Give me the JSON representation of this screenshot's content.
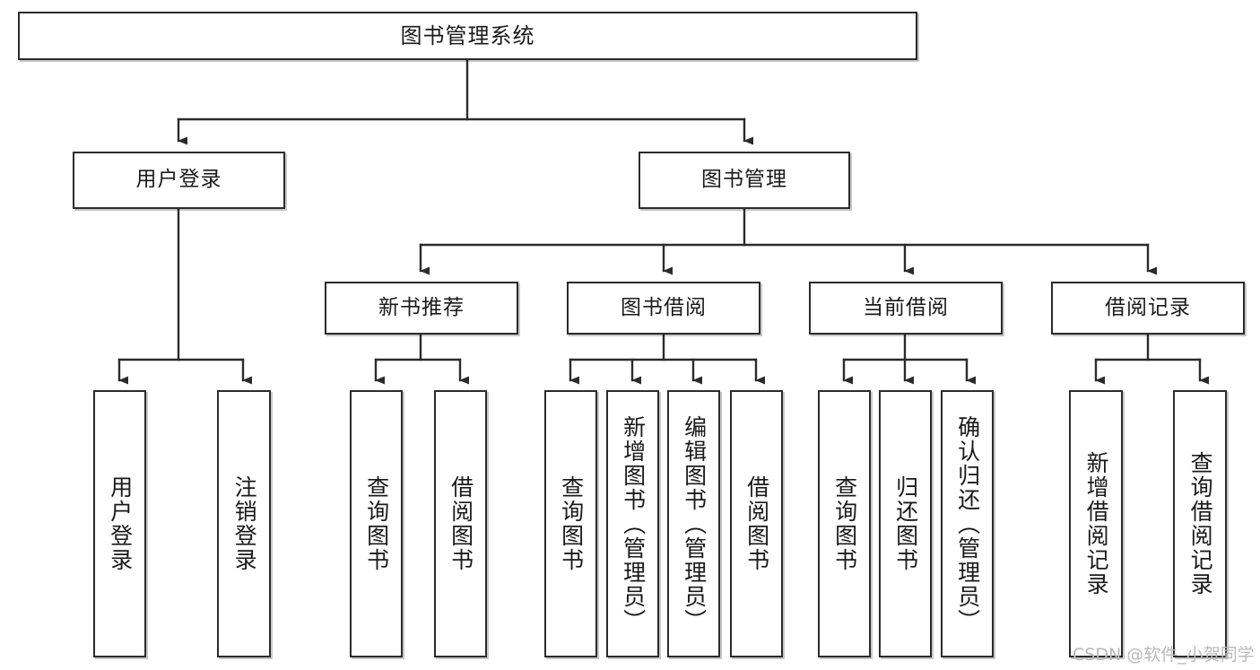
{
  "diagram": {
    "type": "tree-hierarchy",
    "title": "图书管理系统",
    "watermark": "CSDN @软件_小贺同学",
    "colors": {
      "background": "#ffffff",
      "box_border": "#2b2b2b",
      "box_fill": "#ffffff",
      "edge": "#2b2b2b",
      "text": "#1a1a1a",
      "watermark": "#b9b9b9"
    },
    "levels": {
      "root": "图书管理系统",
      "level2": [
        "用户登录",
        "图书管理"
      ],
      "level3": [
        "新书推荐",
        "图书借阅",
        "当前借阅",
        "借阅记录"
      ]
    },
    "nodes": {
      "root": "图书管理系统",
      "user_login": "用户登录",
      "book_manage": "图书管理",
      "new_book_rec": "新书推荐",
      "book_borrow": "图书借阅",
      "current_borrow": "当前借阅",
      "borrow_record": "借阅记录",
      "leaf_user_login": "用户登录",
      "leaf_logout": "注销登录",
      "leaf_query_book_1": "查询图书",
      "leaf_borrow_book_1": "借阅图书",
      "leaf_query_book_2": "查询图书",
      "leaf_add_book": "新增图书（管理员）",
      "leaf_edit_book": "编辑图书（管理员）",
      "leaf_borrow_book_2": "借阅图书",
      "leaf_query_book_3": "查询图书",
      "leaf_return_book": "归还图书",
      "leaf_confirm_return": "确认归还（管理员）",
      "leaf_add_record": "新增借阅记录",
      "leaf_query_record": "查询借阅记录"
    },
    "edges": [
      {
        "from": "图书管理系统",
        "to": "用户登录"
      },
      {
        "from": "图书管理系统",
        "to": "图书管理"
      },
      {
        "from": "用户登录",
        "to": "用户登录"
      },
      {
        "from": "用户登录",
        "to": "注销登录"
      },
      {
        "from": "图书管理",
        "to": "新书推荐"
      },
      {
        "from": "图书管理",
        "to": "图书借阅"
      },
      {
        "from": "图书管理",
        "to": "当前借阅"
      },
      {
        "from": "图书管理",
        "to": "借阅记录"
      },
      {
        "from": "新书推荐",
        "to": "查询图书"
      },
      {
        "from": "新书推荐",
        "to": "借阅图书"
      },
      {
        "from": "图书借阅",
        "to": "查询图书"
      },
      {
        "from": "图书借阅",
        "to": "新增图书（管理员）"
      },
      {
        "from": "图书借阅",
        "to": "编辑图书（管理员）"
      },
      {
        "from": "图书借阅",
        "to": "借阅图书"
      },
      {
        "from": "当前借阅",
        "to": "查询图书"
      },
      {
        "from": "当前借阅",
        "to": "归还图书"
      },
      {
        "from": "当前借阅",
        "to": "确认归还（管理员）"
      },
      {
        "from": "借阅记录",
        "to": "新增借阅记录"
      },
      {
        "from": "借阅记录",
        "to": "查询借阅记录"
      }
    ]
  }
}
